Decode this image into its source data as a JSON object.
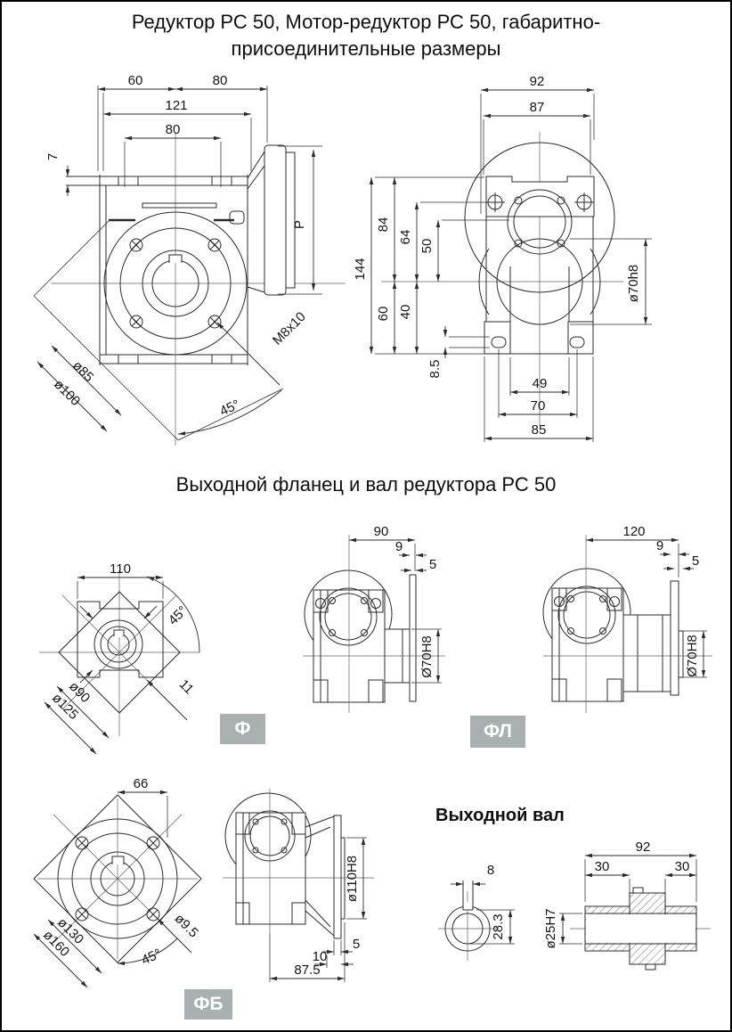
{
  "page": {
    "title_line1": "Редуктор РС 50, Мотор-редуктор РС 50, габаритно-",
    "title_line2": "присоединительные размеры",
    "flange_section_title": "Выходной фланец и вал редуктора РС 50",
    "shaft_section_title": "Выходной вал"
  },
  "colors": {
    "line": "#2b2b2b",
    "text": "#141414",
    "badge_bg": "#a9b0b0",
    "badge_text": "#ffffff",
    "page_bg": "#ffffff",
    "border": "#000000"
  },
  "badges": {
    "f": "Ф",
    "fl": "ФЛ",
    "fb": "ФБ"
  },
  "gearbox_side_view": {
    "dims": {
      "d60": "60",
      "d80_top": "80",
      "d121": "121",
      "d80_flange": "80",
      "d7": "7",
      "dP": "P",
      "d85": "ø85",
      "d100": "ø100",
      "thread": "M8x10",
      "angle": "45°"
    }
  },
  "gearbox_front_view": {
    "dims": {
      "d92": "92",
      "d87": "87",
      "d144": "144",
      "d84": "84",
      "d64": "64",
      "d50": "50",
      "d60": "60",
      "d40": "40",
      "d8_5": "8.5",
      "d49": "49",
      "d70": "70",
      "d85": "85",
      "shaft": "ø70h8"
    }
  },
  "flange_f": {
    "front": {
      "d110": "110",
      "d90": "ø90",
      "d125": "ø125",
      "d11": "11",
      "angle": "45°"
    },
    "side": {
      "d90": "90",
      "d9": "9",
      "d5": "5",
      "bore": "Ø70H8"
    }
  },
  "flange_fl": {
    "side": {
      "d120": "120",
      "d9": "9",
      "d5": "5",
      "bore": "Ø70H8"
    }
  },
  "flange_fb": {
    "front": {
      "d66": "66",
      "d130": "ø130",
      "d160": "ø160",
      "d9_5": "ø9.5",
      "angle": "45°"
    },
    "side": {
      "bore": "ø110H8",
      "d5": "5",
      "d10": "10",
      "d87_5": "87.5"
    }
  },
  "output_shaft": {
    "end_view": {
      "d8": "8",
      "d28_3": "28.3"
    },
    "side_view": {
      "d92": "92",
      "d30_left": "30",
      "d30_right": "30",
      "bore": "ø25H7"
    }
  }
}
